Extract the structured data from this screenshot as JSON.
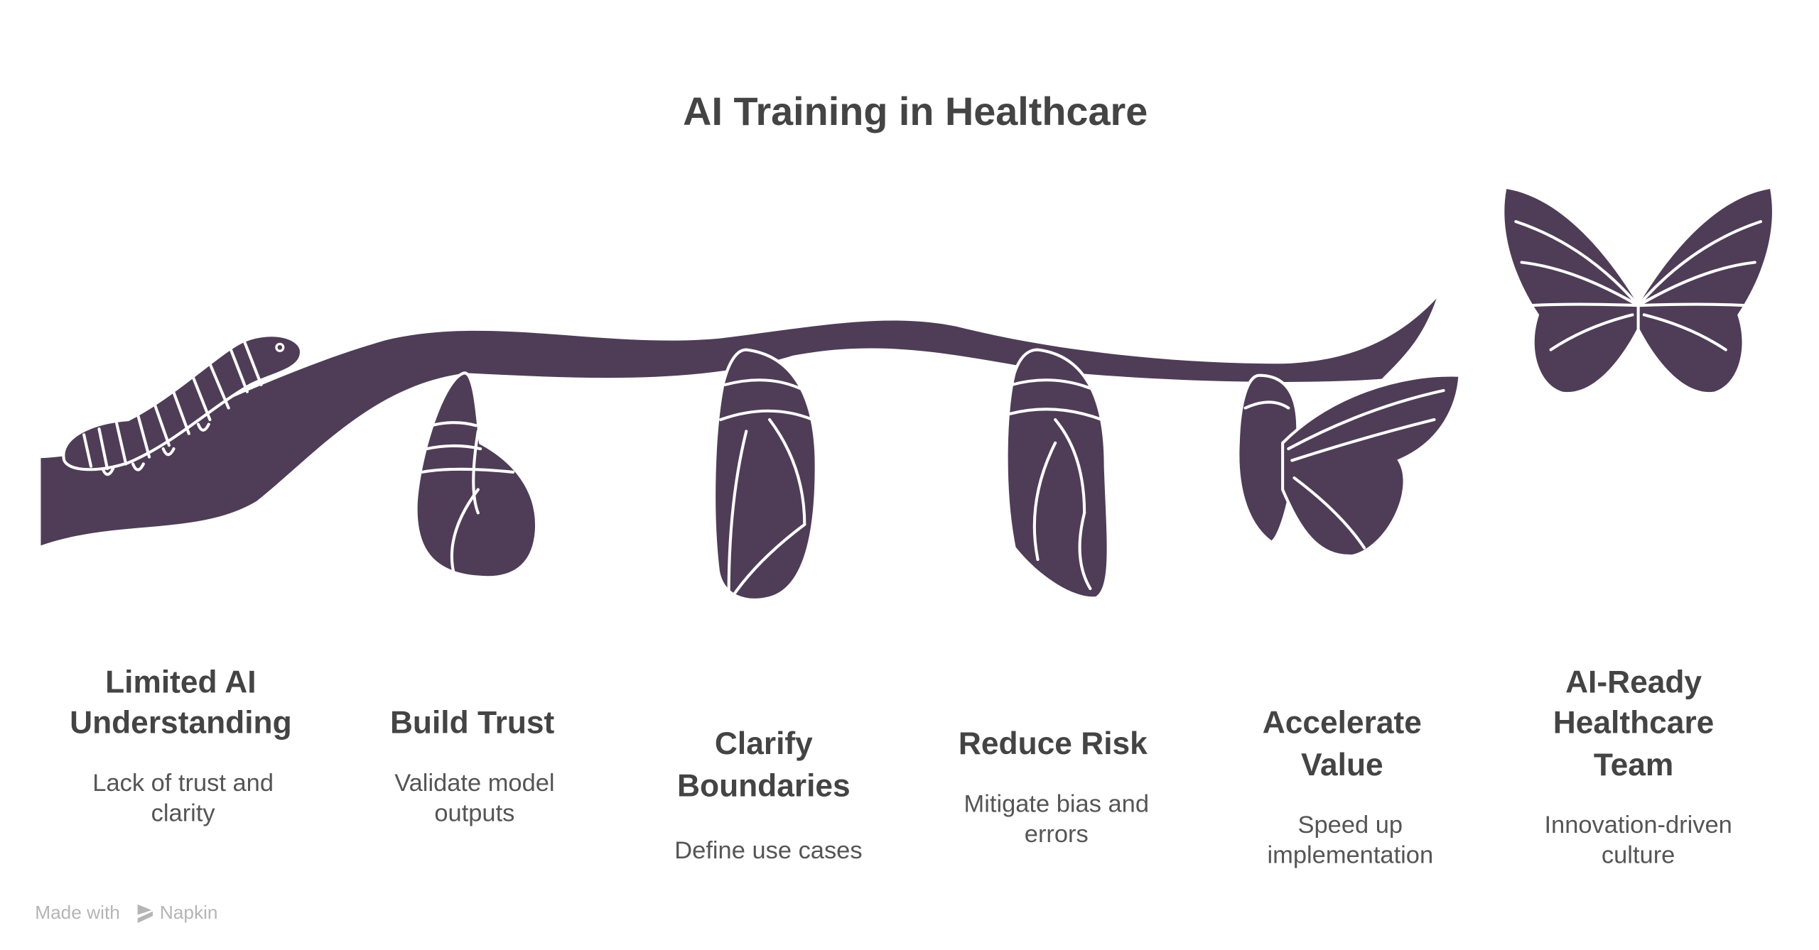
{
  "title": "AI Training in Healthcare",
  "colors": {
    "illustration": "#4f3d57",
    "text": "#444444"
  },
  "stages": [
    {
      "title_lines": [
        "Limited AI",
        "Understanding"
      ],
      "desc_lines": [
        "Lack of trust and",
        "clarity"
      ],
      "icon": "caterpillar-icon"
    },
    {
      "title_lines": [
        "Build Trust"
      ],
      "desc_lines": [
        "Validate model",
        "outputs"
      ],
      "icon": "chrysalis-early-icon"
    },
    {
      "title_lines": [
        "Clarify",
        "Boundaries"
      ],
      "desc_lines": [
        "Define use cases"
      ],
      "icon": "chrysalis-icon"
    },
    {
      "title_lines": [
        "Reduce Risk"
      ],
      "desc_lines": [
        "Mitigate bias and",
        "errors"
      ],
      "icon": "chrysalis-late-icon"
    },
    {
      "title_lines": [
        "Accelerate",
        "Value"
      ],
      "desc_lines": [
        "Speed up",
        "implementation"
      ],
      "icon": "emerging-butterfly-icon"
    },
    {
      "title_lines": [
        "AI-Ready",
        "Healthcare",
        "Team"
      ],
      "desc_lines": [
        "Innovation-driven",
        "culture"
      ],
      "icon": "butterfly-icon"
    }
  ],
  "watermark": {
    "prefix": "Made with",
    "brand": "Napkin"
  }
}
